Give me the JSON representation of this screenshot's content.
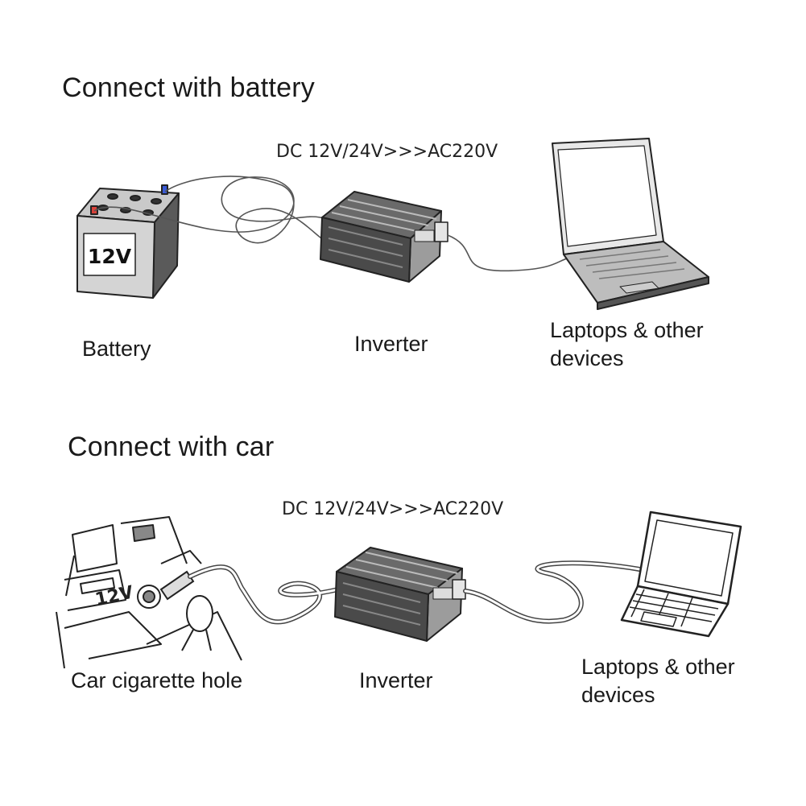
{
  "battery_section": {
    "title": "Connect with battery",
    "conversion": "DC 12V/24V>>>AC220V",
    "battery_badge": "12V",
    "battery_label": "Battery",
    "inverter_label": "Inverter",
    "device_label_line1": "Laptops & other",
    "device_label_line2": "devices"
  },
  "car_section": {
    "title": "Connect with car",
    "conversion": "DC 12V/24V>>>AC220V",
    "socket_marking": "12V",
    "socket_label": "Car cigarette hole",
    "inverter_label": "Inverter",
    "device_label_line1": "Laptops & other",
    "device_label_line2": "devices"
  }
}
